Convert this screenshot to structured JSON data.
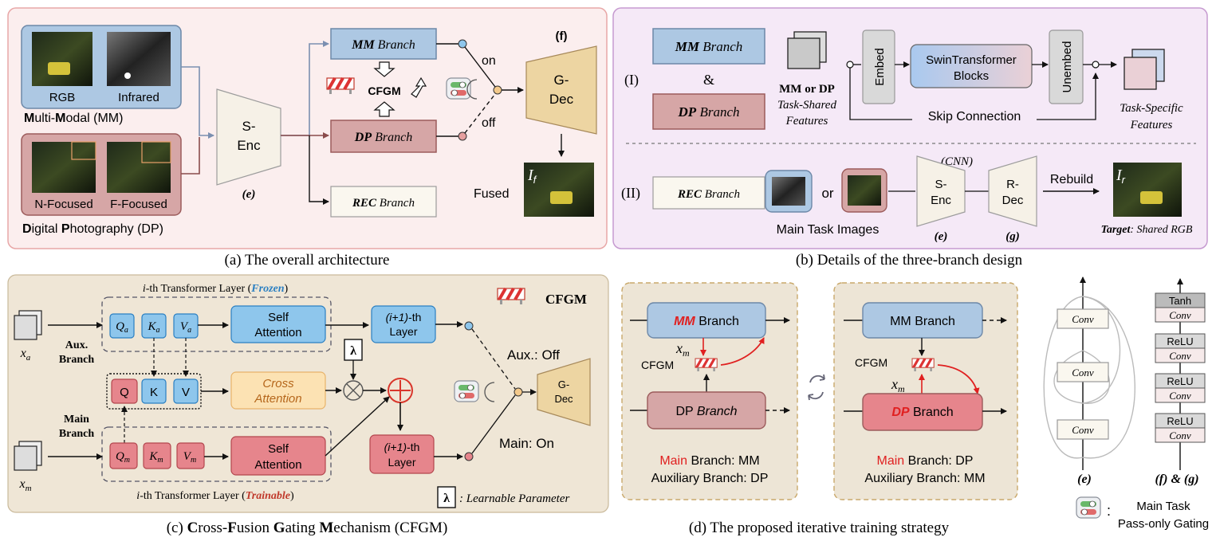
{
  "colors": {
    "panel_a_bg": "#fbeeee",
    "panel_a_border": "#e8a7a7",
    "panel_b_bg": "#f5e9f7",
    "panel_b_border": "#c69ad0",
    "panel_c_bg": "#efe6d6",
    "panel_d_bg": "#ede5d6",
    "mm_blue": "#adc8e3",
    "dp_red": "#d6a6a6",
    "rec": "#faf7ef",
    "gdec": "#edd5a2",
    "senc": "#f6f1e7",
    "blue_block": "#8ec6ec",
    "red_block": "#e6858c",
    "cross": "#fce2b3",
    "highlight_red": "#e02020",
    "frozen_blue": "#2a7fc2",
    "trainable_red": "#c0392b"
  },
  "panel_a": {
    "caption": "(a) The overall architecture",
    "img_rgb": "RGB",
    "img_infrared": "Infrared",
    "mm_group_rest": "ulti-",
    "mm_group_rest2": "odal (MM)",
    "mm_M": "M",
    "mm_M2": "M",
    "dp_D": "D",
    "dp_rest": "igital ",
    "dp_P": "P",
    "dp_rest2": "hotography (DP)",
    "img_nfocused": "N-Focused",
    "img_ffocused": "F-Focused",
    "senc_line1": "S-",
    "senc_line2": "Enc",
    "senc_tag": "(e)",
    "mm_branch_b": "MM",
    "mm_branch_rest": " Branch",
    "dp_branch_b": "DP",
    "dp_branch_rest": " Branch",
    "rec_branch_b": "REC",
    "rec_branch_rest": " Branch",
    "cfgm": "CFGM",
    "on": "on",
    "off": "off",
    "f_tag": "(f)",
    "gdec_line1": "G-",
    "gdec_line2": "Dec",
    "fused": "Fused",
    "if_label": "I",
    "if_sub": "f"
  },
  "panel_b": {
    "caption": "(b) Details of the three-branch design",
    "row1": "(I)",
    "row2": "(II)",
    "mm_branch_b": "MM",
    "mm_branch_rest": " Branch",
    "amp": "&",
    "dp_branch_b": "DP",
    "dp_branch_rest": " Branch",
    "mm_or_dp": "MM or DP",
    "task_shared_1": "Task-Shared",
    "task_shared_2": "Features",
    "embed": "Embed",
    "swin_1": "SwinTransformer",
    "swin_2": "Blocks",
    "unembed": "Unembed",
    "skip": "Skip Connection",
    "task_specific_1": "Task-Specific",
    "task_specific_2": "Features",
    "rec_branch_b": "REC",
    "rec_branch_rest": " Branch",
    "or": "or",
    "main_task_images": "Main Task Images",
    "cnn": "(CNN)",
    "senc_1": "S-",
    "senc_2": "Enc",
    "rdec_1": "R-",
    "rdec_2": "Dec",
    "e_tag": "(e)",
    "g_tag": "(g)",
    "rebuild": "Rebuild",
    "ir_label": "I",
    "ir_sub": "r",
    "target_b": "Target",
    "target_rest": ": Shared RGB"
  },
  "panel_c": {
    "caption_parts": [
      "(c) ",
      "C",
      "ross-",
      "F",
      "usion ",
      "G",
      "ating ",
      "M",
      "echanism (CFGM)"
    ],
    "frozen_prefix": "i",
    "frozen_mid": "-th Transformer Layer (",
    "frozen_word": "Frozen",
    "frozen_end": ")",
    "train_prefix": "i",
    "train_mid": "-th Transformer Layer (",
    "train_word": "Trainable",
    "train_end": ")",
    "xa": "x",
    "xa_sub": "a",
    "xm": "x",
    "xm_sub": "m",
    "aux_branch_1": "Aux.",
    "aux_branch_2": "Branch",
    "main_branch_1": "Main",
    "main_branch_2": "Branch",
    "qa": "Q",
    "qa_sub": "a",
    "ka": "K",
    "ka_sub": "a",
    "va": "V",
    "va_sub": "a",
    "q": "Q",
    "k": "K",
    "v": "V",
    "qm": "Q",
    "qm_sub": "m",
    "km": "K",
    "km_sub": "m",
    "vm": "V",
    "vm_sub": "m",
    "self_att_1": "Self",
    "self_att_2": "Attention",
    "cross_att_1": "Cross",
    "cross_att_2": "Attention",
    "layer_top_1": "(i+1)",
    "layer_top_2": "-th",
    "layer_top_3": "Layer",
    "lambda": "λ",
    "cfgm": "CFGM",
    "aux_off": "Aux.: Off",
    "main_on": "Main: On",
    "gdec_1": "G-",
    "gdec_2": "Dec",
    "learnable": ": Learnable Parameter"
  },
  "panel_d": {
    "caption": "(d) The proposed iterative training strategy",
    "left_mm_b": "MM",
    "left_mm_rest": " Branch",
    "left_xm": "x",
    "left_xm_sub": "m",
    "left_cfgm": "CFGM",
    "left_dp_1": "DP ",
    "left_dp_2": "Branch",
    "left_main_w": "Main",
    "left_main_rest": " Branch: MM",
    "left_aux": "Auxiliary Branch: DP",
    "right_mm": "MM Branch",
    "right_cfgm": "CFGM",
    "right_xm": "x",
    "right_xm_sub": "m",
    "right_dp_b": "DP",
    "right_dp_rest": " Branch",
    "right_main_w": "Main",
    "right_main_rest": " Branch: DP",
    "right_aux": "Auxiliary Branch: MM"
  },
  "panel_e": {
    "conv": "Conv",
    "tag": "(e)"
  },
  "panel_fg": {
    "tanh": "Tanh",
    "relu": "ReLU",
    "conv": "Conv",
    "tag": "(f) & (g)",
    "gating_1": "Main Task",
    "gating_2": "Pass-only Gating",
    "colon": ":"
  }
}
